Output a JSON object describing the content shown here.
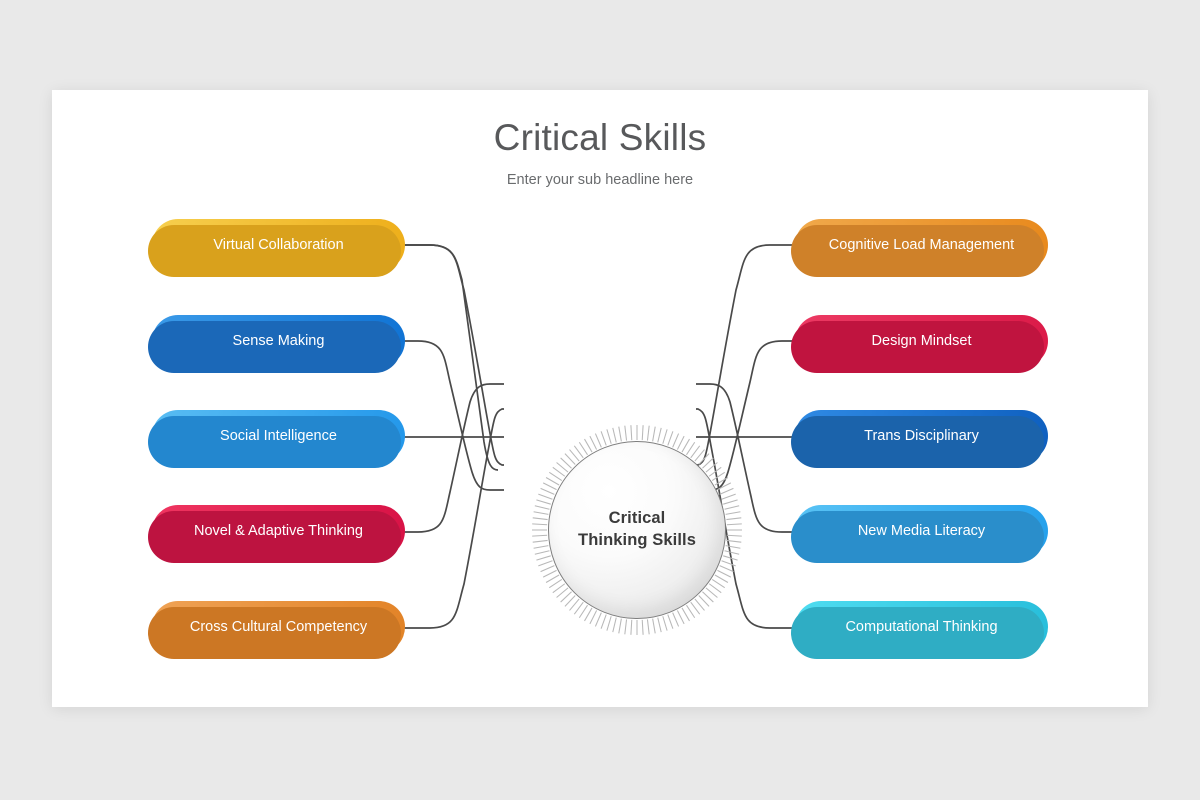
{
  "slide": {
    "title": "Critical Skills",
    "subtitle": "Enter your sub headline here",
    "background_color": "#e9e9e9",
    "card_color": "#ffffff"
  },
  "hub": {
    "label_line1": "Critical",
    "label_line2": "Thinking Skills",
    "text_color": "#3b3b3b"
  },
  "connector": {
    "line_color": "#4a4a4a",
    "dot_color": "#3d3d3d",
    "tick_color": "#b8b8b8"
  },
  "left_items": [
    {
      "label": "Virtual Collaboration",
      "color_from": "#f6cf4e",
      "color_to": "#eeae1a",
      "shade": "#d9a11c"
    },
    {
      "label": "Sense Making",
      "color_from": "#3a9ae8",
      "color_to": "#1073d4",
      "shade": "#1b68b8"
    },
    {
      "label": "Social Intelligence",
      "color_from": "#59bdf3",
      "color_to": "#2397ea",
      "shade": "#2387cf"
    },
    {
      "label": "Novel & Adaptive Thinking",
      "color_from": "#ef3560",
      "color_to": "#d81246",
      "shade": "#bd1340"
    },
    {
      "label": "Cross Cultural Competency",
      "color_from": "#efa255",
      "color_to": "#e28327",
      "shade": "#cc7724"
    }
  ],
  "right_items": [
    {
      "label": "Cognitive Load Management",
      "color_from": "#f0a94b",
      "color_to": "#e8891c",
      "shade": "#cf8129"
    },
    {
      "label": "Design Mindset",
      "color_from": "#ec3a63",
      "color_to": "#db1a48",
      "shade": "#c0143f"
    },
    {
      "label": "Trans Disciplinary",
      "color_from": "#2f8ae4",
      "color_to": "#0e5fbf",
      "shade": "#1b63ab"
    },
    {
      "label": "New Media Literacy",
      "color_from": "#59c3f5",
      "color_to": "#24a0ec",
      "shade": "#2a8ecb"
    },
    {
      "label": "Computational Thinking",
      "color_from": "#4fdcf0",
      "color_to": "#28bedb",
      "shade": "#2fadc4"
    }
  ]
}
